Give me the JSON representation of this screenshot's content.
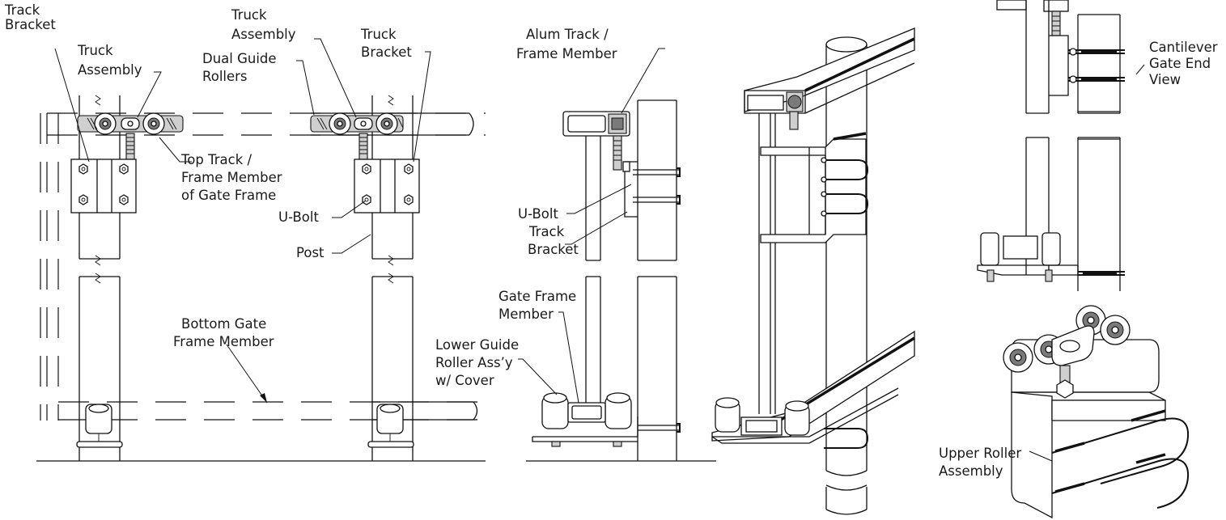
{
  "labels": {
    "track_bracket_1": [
      "Track",
      "Bracket"
    ],
    "truck_assembly_1": [
      "Truck",
      "Assembly"
    ],
    "top_track": [
      "Top Track /",
      "Frame Member",
      "of Gate Frame"
    ],
    "truck_assembly_2": [
      "Truck",
      "Assembly"
    ],
    "dual_guide_rollers": [
      "Dual Guide",
      "Rollers"
    ],
    "truck_bracket_2": [
      "Truck",
      "Bracket"
    ],
    "u_bolt_1": "U-Bolt",
    "post": "Post",
    "bottom_gate_frame": [
      "Bottom Gate",
      "Frame Member"
    ],
    "alum_track": [
      "Alum Track /",
      "Frame Member"
    ],
    "u_bolt_2": "U-Bolt",
    "track_bracket_2": [
      "Track",
      "Bracket"
    ],
    "gate_frame_member": [
      "Gate Frame",
      "Member"
    ],
    "lower_guide_roller": [
      "Lower Guide",
      "Roller Ass’y",
      "w/ Cover"
    ],
    "cantilever_end_view": [
      "Cantilever",
      "Gate End",
      "View"
    ],
    "upper_roller_assembly": [
      "Upper Roller",
      "Assembly"
    ]
  }
}
